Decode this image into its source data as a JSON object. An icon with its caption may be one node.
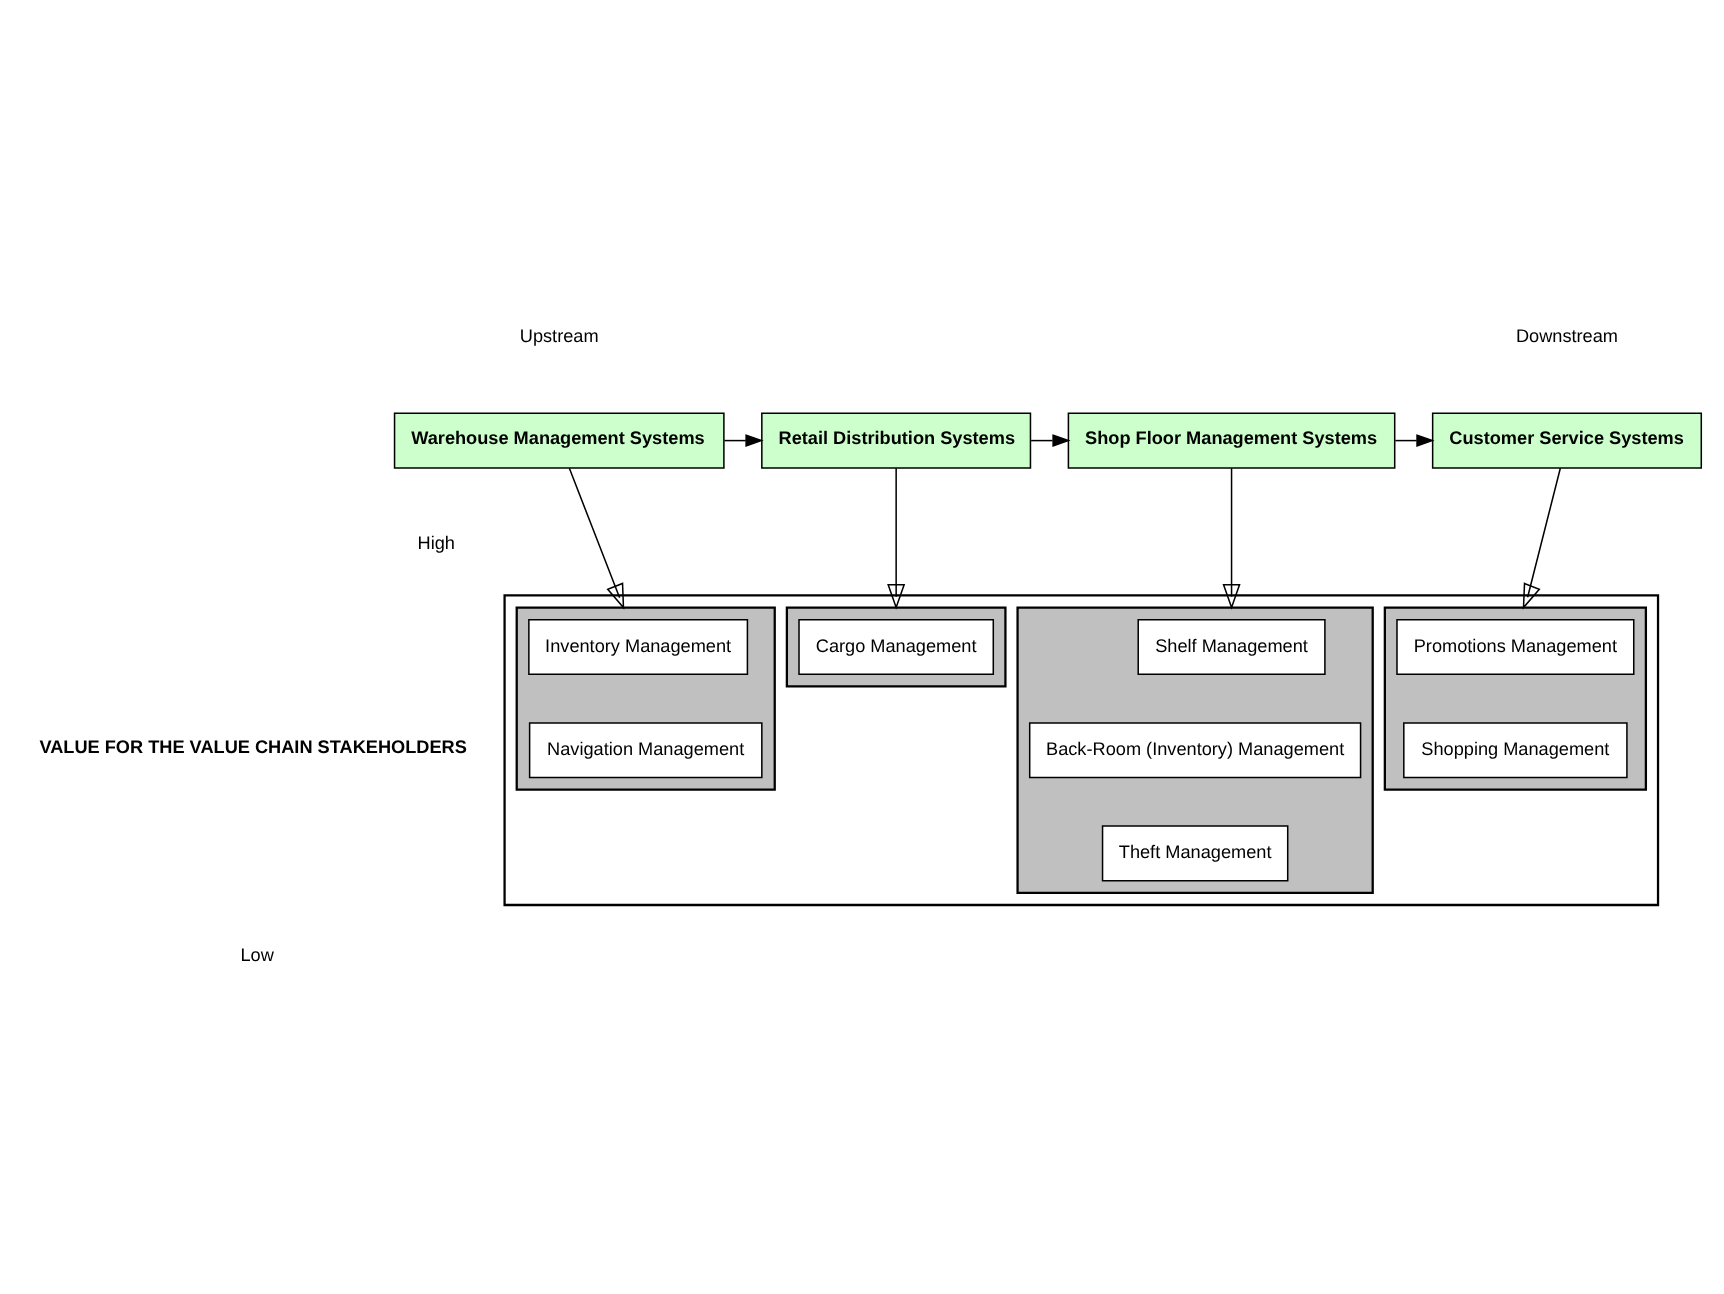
{
  "diagram": {
    "nodes": [
      {
        "text": [
          "Warehouse Management Systems"
        ]
      },
      {
        "text": [
          "Retail Distribution Systems"
        ]
      },
      {
        "text": [
          "Shop Floor Management Systems"
        ]
      },
      {
        "text": [
          "Customer Service Systems"
        ]
      },
      {
        "text": [],
        "shape": "box"
      },
      {
        "text": [],
        "shape": "bar",
        "in": 4
      },
      {
        "text": [
          "Inventory Management"
        ],
        "in": 5
      },
      {
        "text": [
          "Navigation Management"
        ],
        "in": 5
      },
      {
        "text": [],
        "shape": "bar",
        "in": 4
      },
      {
        "text": [
          "Cargo Management"
        ],
        "in": 8
      },
      {
        "text": [],
        "shape": "bar",
        "in": 4
      },
      {
        "text": [
          "Shelf Management"
        ],
        "in": 10
      },
      {
        "text": [
          "Back-Room (Inventory) Management"
        ],
        "in": 10
      },
      {
        "text": [
          "Theft Management"
        ],
        "in": 10
      },
      {
        "text": [],
        "shape": "bar",
        "in": 4
      },
      {
        "text": [
          "Promotions Management"
        ],
        "in": 14
      },
      {
        "text": [
          "Shopping Management"
        ],
        "in": 14
      }
    ],
    "edges": [
      {
        "from": 0,
        "to": 1,
        "arrow": "to"
      },
      {
        "from": 1,
        "to": 2,
        "arrow": "to"
      },
      {
        "from": 2,
        "to": 3,
        "arrow": "to"
      },
      {
        "from": 0,
        "to": 5,
        "arrow": "to"
      },
      {
        "from": 1,
        "to": 8,
        "arrow": "to"
      },
      {
        "from": 2,
        "to": 10,
        "arrow": "to"
      },
      {
        "from": 3,
        "to": 14,
        "arrow": "to"
      }
    ],
    "labels": [
      "Upstream",
      "Downstream",
      "High",
      "VALUE FOR THE VALUE CHAIN STAKEHOLDERS",
      "Low"
    ]
  }
}
